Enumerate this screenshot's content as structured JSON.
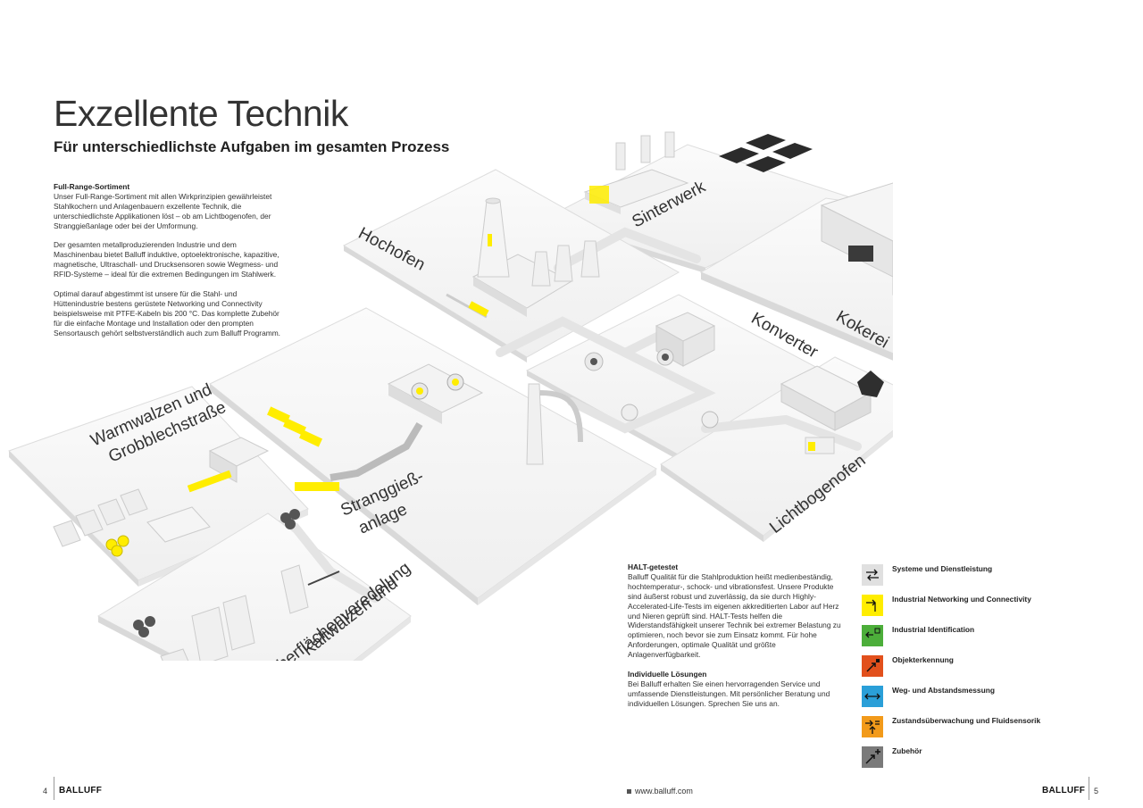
{
  "header": {
    "title": "Exzellente Technik",
    "subtitle": "Für unterschiedlichste Aufgaben im gesamten Prozess"
  },
  "intro": {
    "heading": "Full-Range-Sortiment",
    "p1": "Unser Full-Range-Sortiment mit allen Wirkprinzipien gewährleistet Stahlkochern und Anlagenbauern exzellente Technik, die unterschiedlichste Applikationen löst – ob am Lichtbogenofen, der Stranggießanlage oder bei der Umformung.",
    "p2": "Der gesamten metallproduzierenden Industrie und dem Maschinenbau bietet Balluff induktive, optoelektronische, kapazitive, magnetische, Ultraschall- und Drucksensoren sowie Wegmess- und RFID-Systeme – ideal für die extremen Bedingungen im Stahlwerk.",
    "p3": "Optimal darauf abgestimmt ist unsere für die Stahl- und Hüttenindustrie bestens gerüstete Networking und Connectivity beispielsweise mit PTFE-Kabeln bis 200 °C. Das komplette Zubehör für die einfache Montage und Installation oder den prompten Sensortausch gehört selbstverständlich auch zum Balluff Programm."
  },
  "halt": {
    "heading": "HALT-getestet",
    "p1": "Balluff Qualität für die Stahlproduktion heißt medienbeständig, hochtemperatur-, schock- und vibrationsfest. Unsere Produkte sind äußerst robust und zuverlässig, da sie durch Highly-Accelerated-Life-Tests im eigenen akkreditierten Labor auf Herz und Nieren geprüft sind. HALT-Tests helfen die Widerstandsfähigkeit unserer Technik bei extremer Belastung zu optimieren, noch bevor sie zum Einsatz kommt. Für hohe Anforderungen, optimale Qualität und größte Anlagenverfügbarkeit.",
    "heading2": "Individuelle Lösungen",
    "p2": "Bei Balluff erhalten Sie einen hervorragenden Service und umfassende Dienstleistungen. Mit persönlicher Beratung und individuellen Lösungen. Sprechen Sie uns an."
  },
  "areas": {
    "hochofen": "Hochofen",
    "sinterwerk": "Sinterwerk",
    "kokerei": "Kokerei",
    "konverter": "Konverter",
    "lichtbogenofen": "Lichtbogenofen",
    "warmwalzen_1": "Warmwalzen und",
    "warmwalzen_2": "Grobblechstraße",
    "strangguss_1": "Stranggieß-",
    "strangguss_2": "anlage",
    "kaltwalzen_1": "Kaltwalzen und",
    "kaltwalzen_2": "Oberflächenveredelung"
  },
  "legend": [
    {
      "label": "Systeme und Dienstleistung",
      "color": "#e0e0e0",
      "icon": "arrows-icon"
    },
    {
      "label": "Industrial Networking und Connectivity",
      "color": "#ffed00",
      "icon": "network-icon"
    },
    {
      "label": "Industrial Identification",
      "color": "#4cae3a",
      "icon": "rfid-icon"
    },
    {
      "label": "Objekterkennung",
      "color": "#e2501c",
      "icon": "object-icon"
    },
    {
      "label": "Weg- und Abstandsmessung",
      "color": "#2a9fd8",
      "icon": "distance-icon"
    },
    {
      "label": "Zustandsüberwachung und Fluidsensorik",
      "color": "#f29a1a",
      "icon": "condition-icon"
    },
    {
      "label": "Zubehör",
      "color": "#7a7a7a",
      "icon": "accessory-icon"
    }
  ],
  "footer": {
    "page_left": "4",
    "page_right": "5",
    "logo": "BALLUFF",
    "url": "www.balluff.com"
  },
  "colors": {
    "accent_yellow": "#ffed00",
    "platform": "#f7f7f7",
    "shadow": "#d6d6d6"
  }
}
